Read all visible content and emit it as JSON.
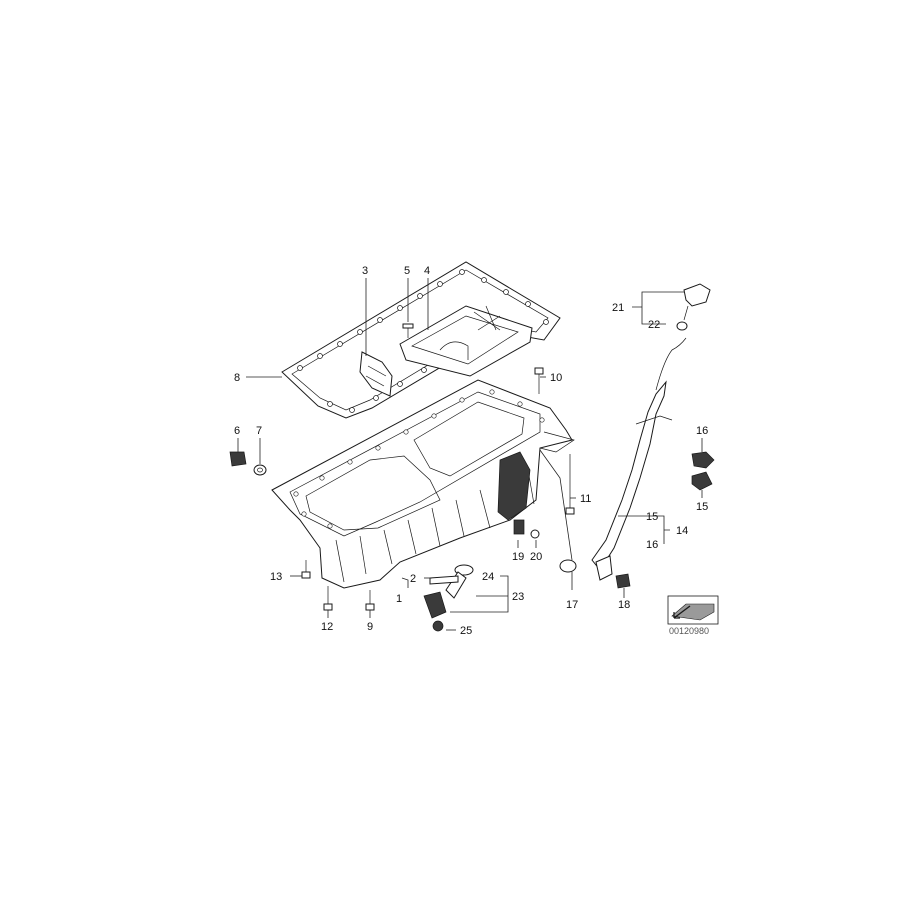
{
  "callouts": {
    "c1": "1",
    "c2": "2",
    "c3": "3",
    "c4": "4",
    "c5": "5",
    "c6": "6",
    "c7": "7",
    "c8": "8",
    "c9": "9",
    "c10": "10",
    "c11": "11",
    "c12": "12",
    "c13": "13",
    "c14": "14",
    "c15a": "15",
    "c15b": "15",
    "c16a": "16",
    "c16b": "16",
    "c17": "17",
    "c18": "18",
    "c19": "19",
    "c20": "20",
    "c21": "21",
    "c22": "22",
    "c23": "23",
    "c24": "24",
    "c25": "25"
  },
  "reference_number": "00120980"
}
